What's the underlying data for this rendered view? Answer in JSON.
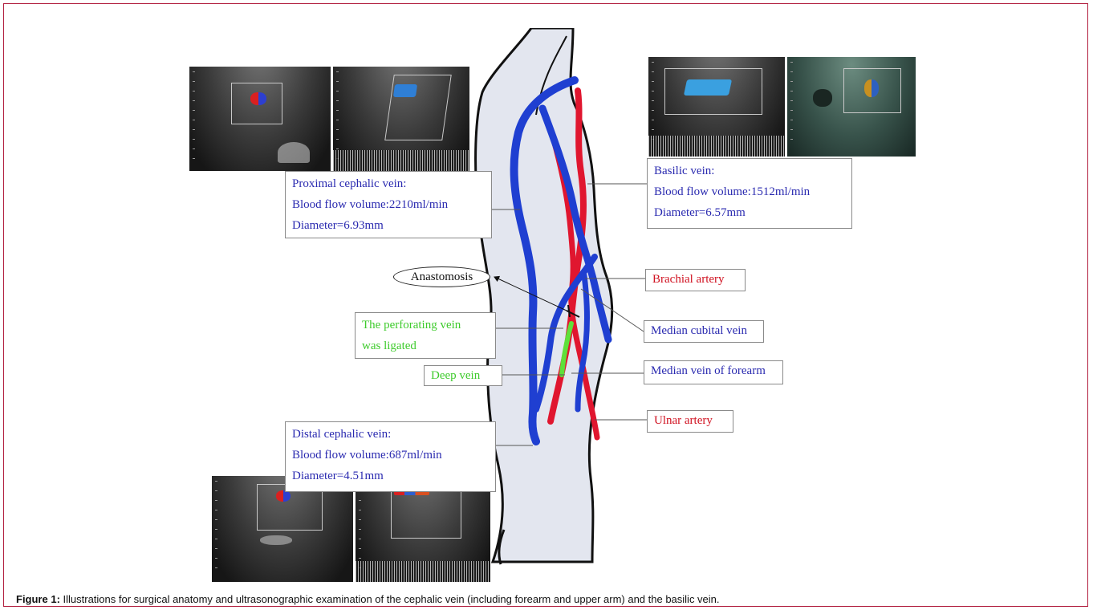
{
  "labels": {
    "proximal_cephalic": {
      "title": "Proximal cephalic vein:",
      "flow": "Blood flow volume:2210ml/min",
      "diameter": "Diameter=6.93mm"
    },
    "basilic": {
      "title": "Basilic vein:",
      "flow": "Blood flow volume:1512ml/min",
      "diameter": "Diameter=6.57mm"
    },
    "distal_cephalic": {
      "title": "Distal cephalic vein:",
      "flow": "Blood flow volume:687ml/min",
      "diameter": "Diameter=4.51mm"
    },
    "anastomosis": "Anastomosis",
    "perforating_vein": {
      "line1": "The perforating vein",
      "line2": "was ligated"
    },
    "deep_vein": "Deep vein",
    "brachial_artery": "Brachial artery",
    "median_cubital_vein": "Median cubital vein",
    "median_vein_forearm": "Median vein of forearm",
    "ulnar_artery": "Ulnar artery"
  },
  "caption": {
    "prefix": "Figure 1:",
    "text": " Illustrations for surgical anatomy and ultrasonographic examination of the cephalic vein (including forearm and upper arm) and the basilic vein."
  },
  "colors": {
    "vein": "#1f3fd1",
    "artery": "#e0162f",
    "deep_vein": "#5fe03a",
    "arm_fill": "#e3e6ef",
    "frame_border": "#b21f3f"
  },
  "icons": [
    "ultrasound-image",
    "arm-illustration"
  ]
}
